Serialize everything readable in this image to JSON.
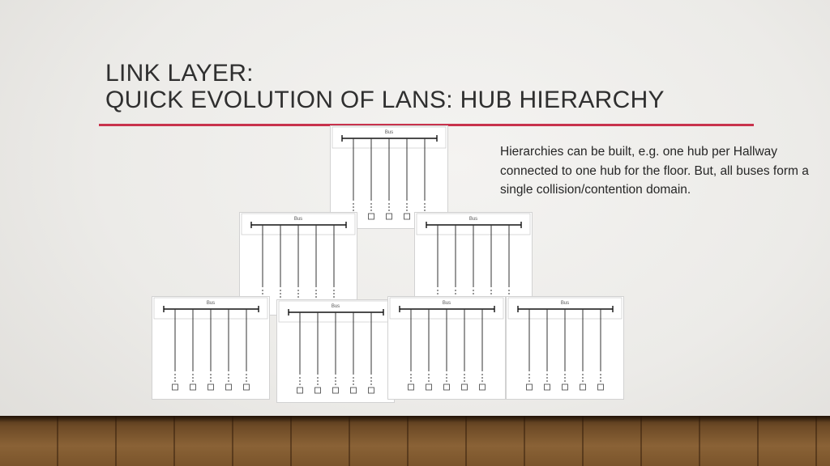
{
  "slide": {
    "title_line1": "LINK LAYER:",
    "title_line2": "QUICK EVOLUTION OF LANS: HUB HIERARCHY",
    "body": "Hierarchies can be built, e.g. one hub per Hallway connected to one hub for the floor. But, all buses form a single collision/contention domain.",
    "accent_color": "#c8324c"
  },
  "diagram": {
    "bus_label": "Bus",
    "hubs_per_level": [
      1,
      2,
      4
    ],
    "stations_per_bus": 5
  }
}
